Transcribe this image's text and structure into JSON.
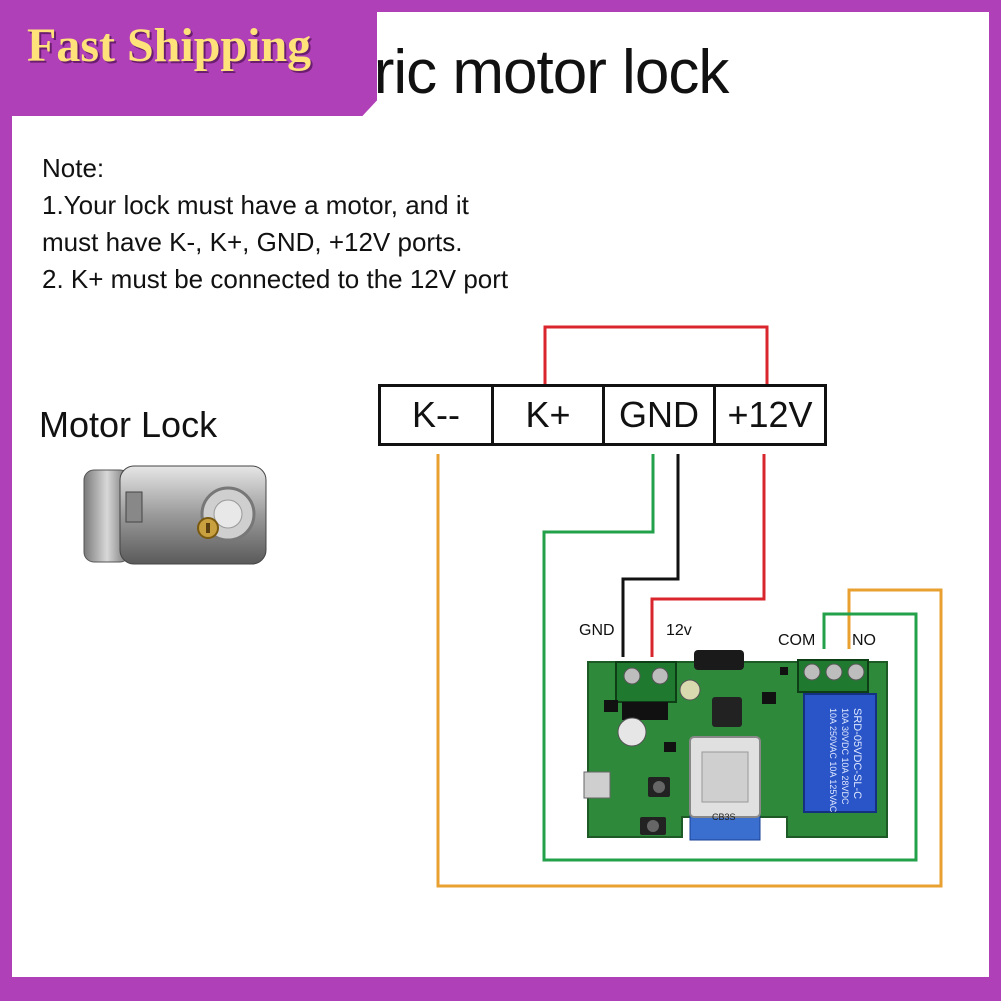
{
  "banner": {
    "text": "Fast Shipping"
  },
  "title": "ectric motor lock",
  "note": {
    "lines": [
      "Note:",
      "1.Your lock must have a motor, and it",
      "must have K-, K+, GND, +12V ports.",
      "2. K+ must be connected to the 12V port"
    ]
  },
  "motor_lock": {
    "label": "Motor Lock"
  },
  "terminals": [
    "K--",
    "K+",
    "GND",
    "+12V"
  ],
  "board": {
    "pins": {
      "gnd": "GND",
      "v12": "12v",
      "com": "COM",
      "no": "NO"
    },
    "relay_text": [
      "10A 250VAC 10A 125VAC",
      "10A 30VDC 10A 28VDC",
      "SRD-05VDC-SL-C"
    ],
    "module_label": "CB3S"
  },
  "wire_colors": {
    "red": "#d8262c",
    "green": "#22a04a",
    "orange": "#e8a030",
    "black": "#111111"
  }
}
